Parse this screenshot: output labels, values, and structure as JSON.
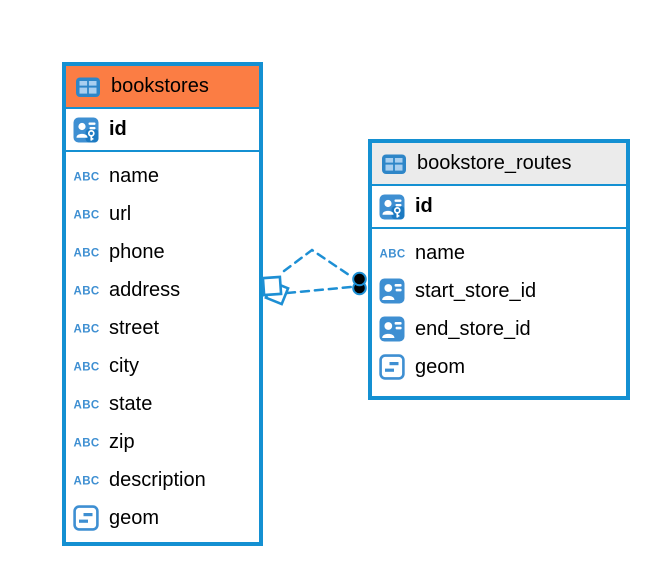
{
  "app": {
    "view": "entity-relationship-diagram"
  },
  "colors": {
    "table_border": "#1490D2",
    "icon_blue": "#3E8FD2",
    "connector": "#1D8FD4",
    "bookstores_header_bg": "#FB7D44",
    "routes_header_bg": "#EBEBEB",
    "text": "#000000",
    "canvas": "#FFFFFF"
  },
  "diagram": {
    "tables": [
      {
        "title": "bookstores",
        "header_icon": "table-icon",
        "header_bg": "#FB7D44",
        "primary_key": {
          "name": "id",
          "icon": "primary-key-icon"
        },
        "columns": [
          {
            "name": "name",
            "icon": "abc-text-icon"
          },
          {
            "name": "url",
            "icon": "abc-text-icon"
          },
          {
            "name": "phone",
            "icon": "abc-text-icon"
          },
          {
            "name": "address",
            "icon": "abc-text-icon"
          },
          {
            "name": "street",
            "icon": "abc-text-icon"
          },
          {
            "name": "city",
            "icon": "abc-text-icon"
          },
          {
            "name": "state",
            "icon": "abc-text-icon"
          },
          {
            "name": "zip",
            "icon": "abc-text-icon"
          },
          {
            "name": "description",
            "icon": "abc-text-icon"
          },
          {
            "name": "geom",
            "icon": "geometry-icon"
          }
        ]
      },
      {
        "title": "bookstore_routes",
        "header_icon": "table-icon",
        "header_bg": "#EBEBEB",
        "primary_key": {
          "name": "id",
          "icon": "primary-key-icon"
        },
        "columns": [
          {
            "name": "name",
            "icon": "abc-text-icon"
          },
          {
            "name": "start_store_id",
            "icon": "reference-key-icon"
          },
          {
            "name": "end_store_id",
            "icon": "reference-key-icon"
          },
          {
            "name": "geom",
            "icon": "geometry-icon"
          }
        ]
      }
    ],
    "relationships": [
      {
        "from_table": "bookstores",
        "to_table": "bookstore_routes",
        "line_style": "dashed",
        "from_marker": "diamond",
        "to_marker": "dot"
      },
      {
        "from_table": "bookstores",
        "to_table": "bookstore_routes",
        "line_style": "dashed",
        "from_marker": "diamond",
        "to_marker": "dot"
      }
    ]
  }
}
